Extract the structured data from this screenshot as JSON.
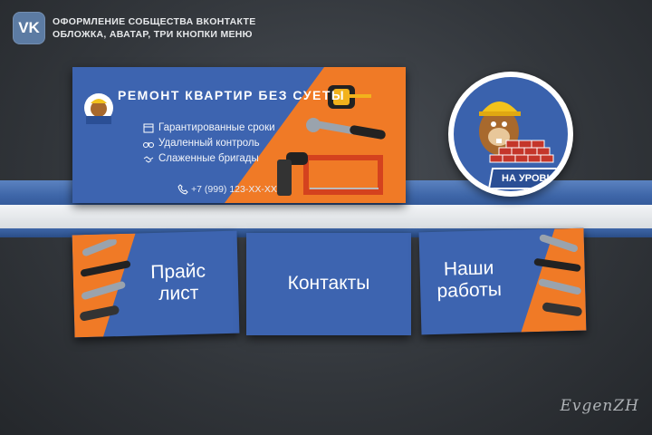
{
  "header": {
    "logo_text": "VK",
    "line1": "ОФОРМЛЕНИЕ СОБЩЕСТВА ВКОНТАКТЕ",
    "line2": "ОБЛОЖКА, АВАТАР, ТРИ КНОПКИ МЕНЮ"
  },
  "cover": {
    "title": "РЕМОНТ КВАРТИР БЕЗ СУЕТЫ",
    "features": [
      {
        "icon": "calendar-icon",
        "text": "Гарантированные сроки"
      },
      {
        "icon": "binoculars-icon",
        "text": "Удаленный контроль"
      },
      {
        "icon": "handshake-icon",
        "text": "Слаженные бригады"
      }
    ],
    "phone": "+7 (999) 123-XX-XX"
  },
  "avatar": {
    "banner_text": "НА УРОВНЕ"
  },
  "menu": {
    "button1": {
      "line1": "Прайс",
      "line2": "лист"
    },
    "button2": {
      "line1": "Контакты"
    },
    "button3": {
      "line1": "Наши",
      "line2": "работы"
    }
  },
  "signature": "EvgenZH",
  "colors": {
    "brand_blue": "#3d64b0",
    "accent_orange": "#f07a26"
  }
}
